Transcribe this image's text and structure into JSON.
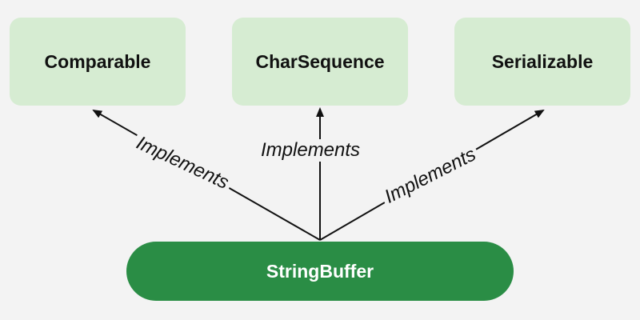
{
  "nodes": {
    "comparable": "Comparable",
    "charsequence": "CharSequence",
    "serializable": "Serializable",
    "root": "StringBuffer"
  },
  "edges": {
    "left_label": "Implements",
    "center_label": "Implements",
    "right_label": "Implements"
  },
  "colors": {
    "interface_box": "#d6ecd2",
    "root_box": "#2a8d45",
    "background": "#f3f3f3",
    "arrow": "#111111"
  }
}
